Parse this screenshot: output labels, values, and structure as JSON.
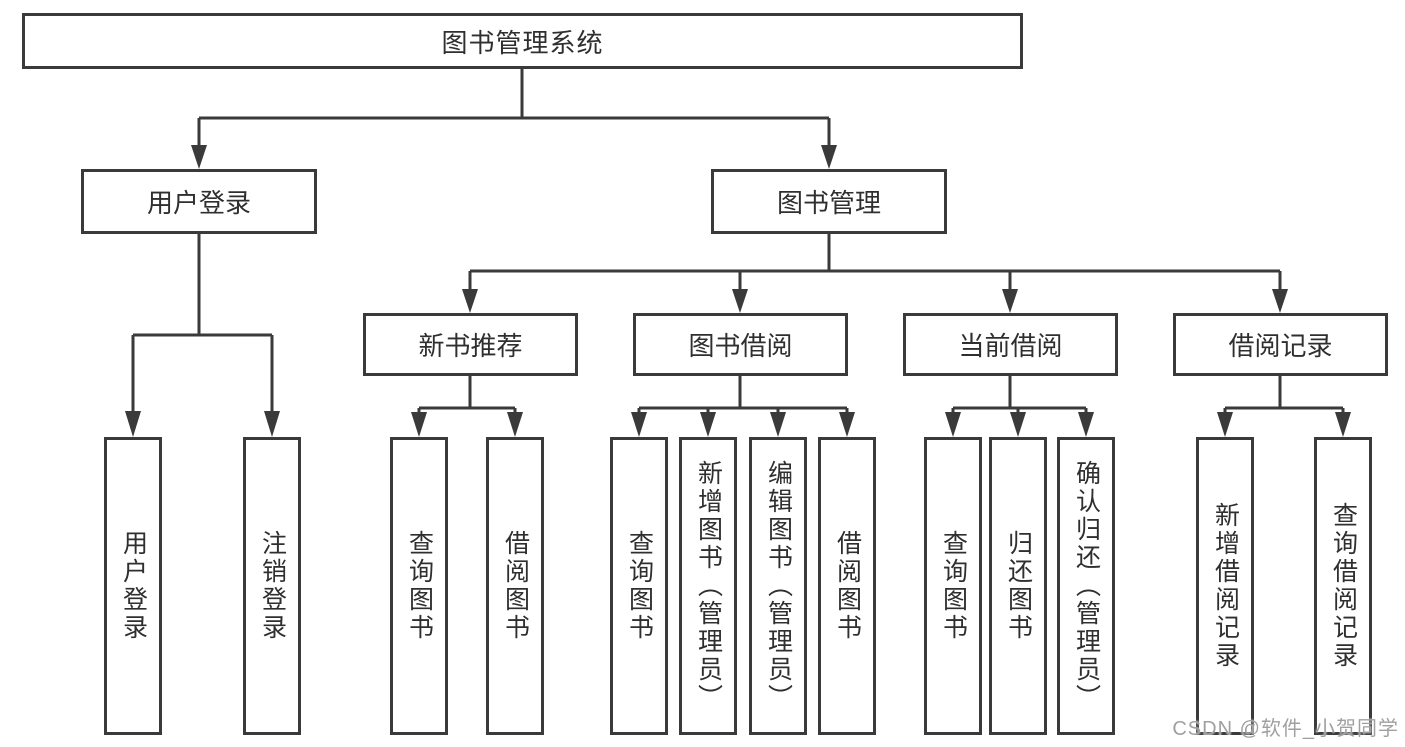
{
  "tree": {
    "root": {
      "label": "图书管理系统"
    },
    "branches": [
      {
        "label": "用户登录",
        "children": [
          "用户登录",
          "注销登录"
        ]
      },
      {
        "label": "图书管理",
        "children": [
          {
            "label": "新书推荐",
            "children": [
              "查询图书",
              "借阅图书"
            ]
          },
          {
            "label": "图书借阅",
            "children": [
              "查询图书",
              "新增图书（管理员）",
              "编辑图书（管理员）",
              "借阅图书"
            ]
          },
          {
            "label": "当前借阅",
            "children": [
              "查询图书",
              "归还图书",
              "确认归还（管理员）"
            ]
          },
          {
            "label": "借阅记录",
            "children": [
              "新增借阅记录",
              "查询借阅记录"
            ]
          }
        ]
      }
    ]
  },
  "watermark": {
    "text": "CSDN @软件_小贺同学"
  },
  "colors": {
    "line": "#3a3a3a",
    "text": "#2f2f2f",
    "watermark": "#a0a0a0",
    "background": "#ffffff"
  }
}
